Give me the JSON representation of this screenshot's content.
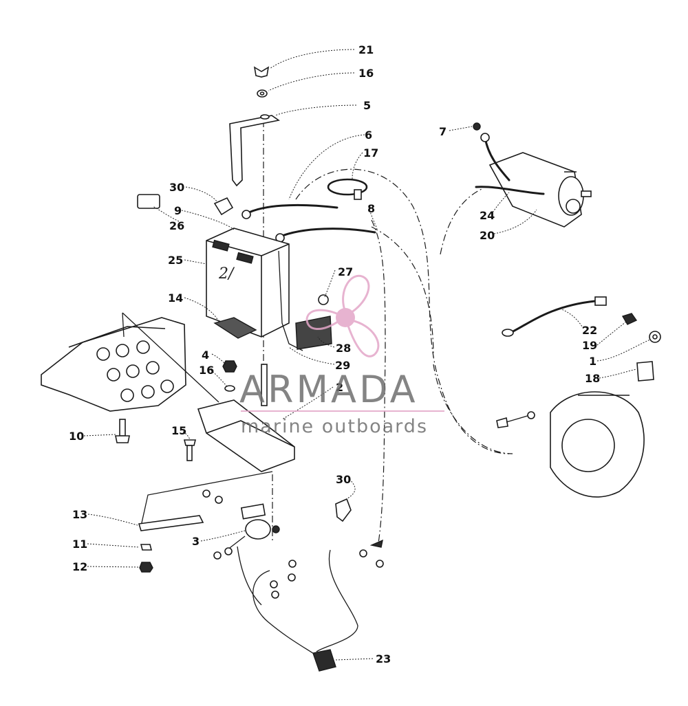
{
  "diagram": {
    "callouts": [
      {
        "id": "c21",
        "text": "21"
      },
      {
        "id": "c16a",
        "text": "16"
      },
      {
        "id": "c5",
        "text": "5"
      },
      {
        "id": "c6",
        "text": "6"
      },
      {
        "id": "c17",
        "text": "17"
      },
      {
        "id": "c7",
        "text": "7"
      },
      {
        "id": "c30a",
        "text": "30"
      },
      {
        "id": "c9",
        "text": "9"
      },
      {
        "id": "c26",
        "text": "26"
      },
      {
        "id": "c8",
        "text": "8"
      },
      {
        "id": "c24",
        "text": "24"
      },
      {
        "id": "c20",
        "text": "20"
      },
      {
        "id": "c25",
        "text": "25"
      },
      {
        "id": "c27",
        "text": "27"
      },
      {
        "id": "c14",
        "text": "14"
      },
      {
        "id": "c22",
        "text": "22"
      },
      {
        "id": "c19",
        "text": "19"
      },
      {
        "id": "c28",
        "text": "28"
      },
      {
        "id": "c4",
        "text": "4"
      },
      {
        "id": "c29",
        "text": "29"
      },
      {
        "id": "c1",
        "text": "1"
      },
      {
        "id": "c16b",
        "text": "16"
      },
      {
        "id": "c18",
        "text": "18"
      },
      {
        "id": "c2",
        "text": "2"
      },
      {
        "id": "c15",
        "text": "15"
      },
      {
        "id": "c10",
        "text": "10"
      },
      {
        "id": "c30b",
        "text": "30"
      },
      {
        "id": "c13",
        "text": "13"
      },
      {
        "id": "c3",
        "text": "3"
      },
      {
        "id": "c11",
        "text": "11"
      },
      {
        "id": "c12",
        "text": "12"
      },
      {
        "id": "c23",
        "text": "23"
      }
    ]
  },
  "watermark": {
    "brand": "ARMADA",
    "tagline": "marine outboards",
    "colors": {
      "text": "#6f6f6f",
      "logo": "#e3a6c8",
      "rule": "#e3a6c8"
    }
  }
}
